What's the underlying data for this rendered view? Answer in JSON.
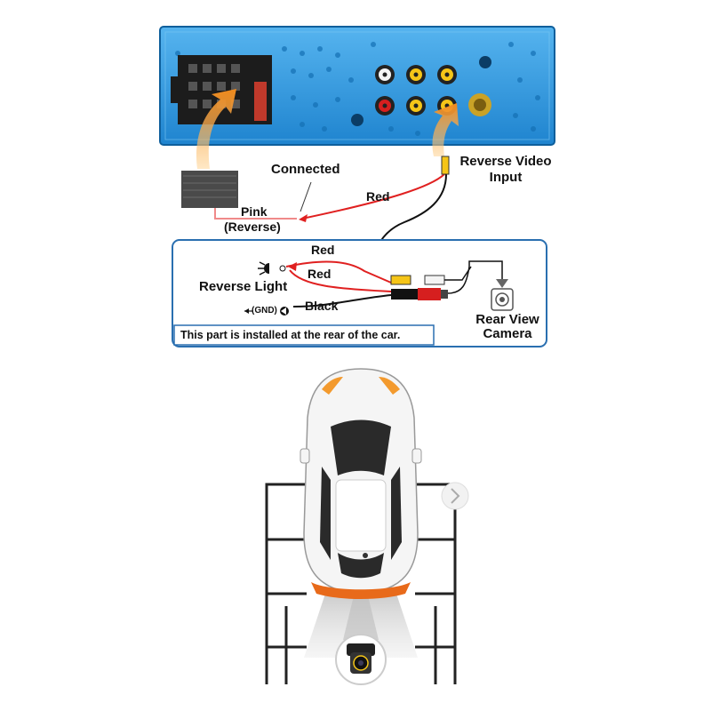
{
  "labels": {
    "connected": "Connected",
    "pink": "Pink",
    "reverse": "(Reverse)",
    "red_main": "Red",
    "reverse_video_line1": "Reverse Video",
    "reverse_video_line2": "Input",
    "red_1": "Red",
    "red_2": "Red",
    "reverse_light_line1": "Reverse Light",
    "gnd": "(GND)",
    "black": "Black",
    "rear_view_line1": "Rear View",
    "rear_view_line2": "Camera",
    "footer_note": "This part is installed at the rear of the car."
  },
  "colors": {
    "radio_panel": "#2f9be0",
    "wire_red": "#e02020",
    "wire_pink": "#f08a8a",
    "arrow_orange": "#f39a2e",
    "box_border": "#2a6fb0",
    "rca_yellow": "#f5c518",
    "rca_red": "#d61f1f",
    "rca_white": "#f4f4f4"
  },
  "icons": [
    "connector-harness-icon",
    "rca-jack-icon",
    "antenna-jack-icon",
    "reverse-light-icon",
    "ground-icon",
    "rear-camera-icon",
    "car-topview-icon",
    "next-arrow-icon"
  ]
}
